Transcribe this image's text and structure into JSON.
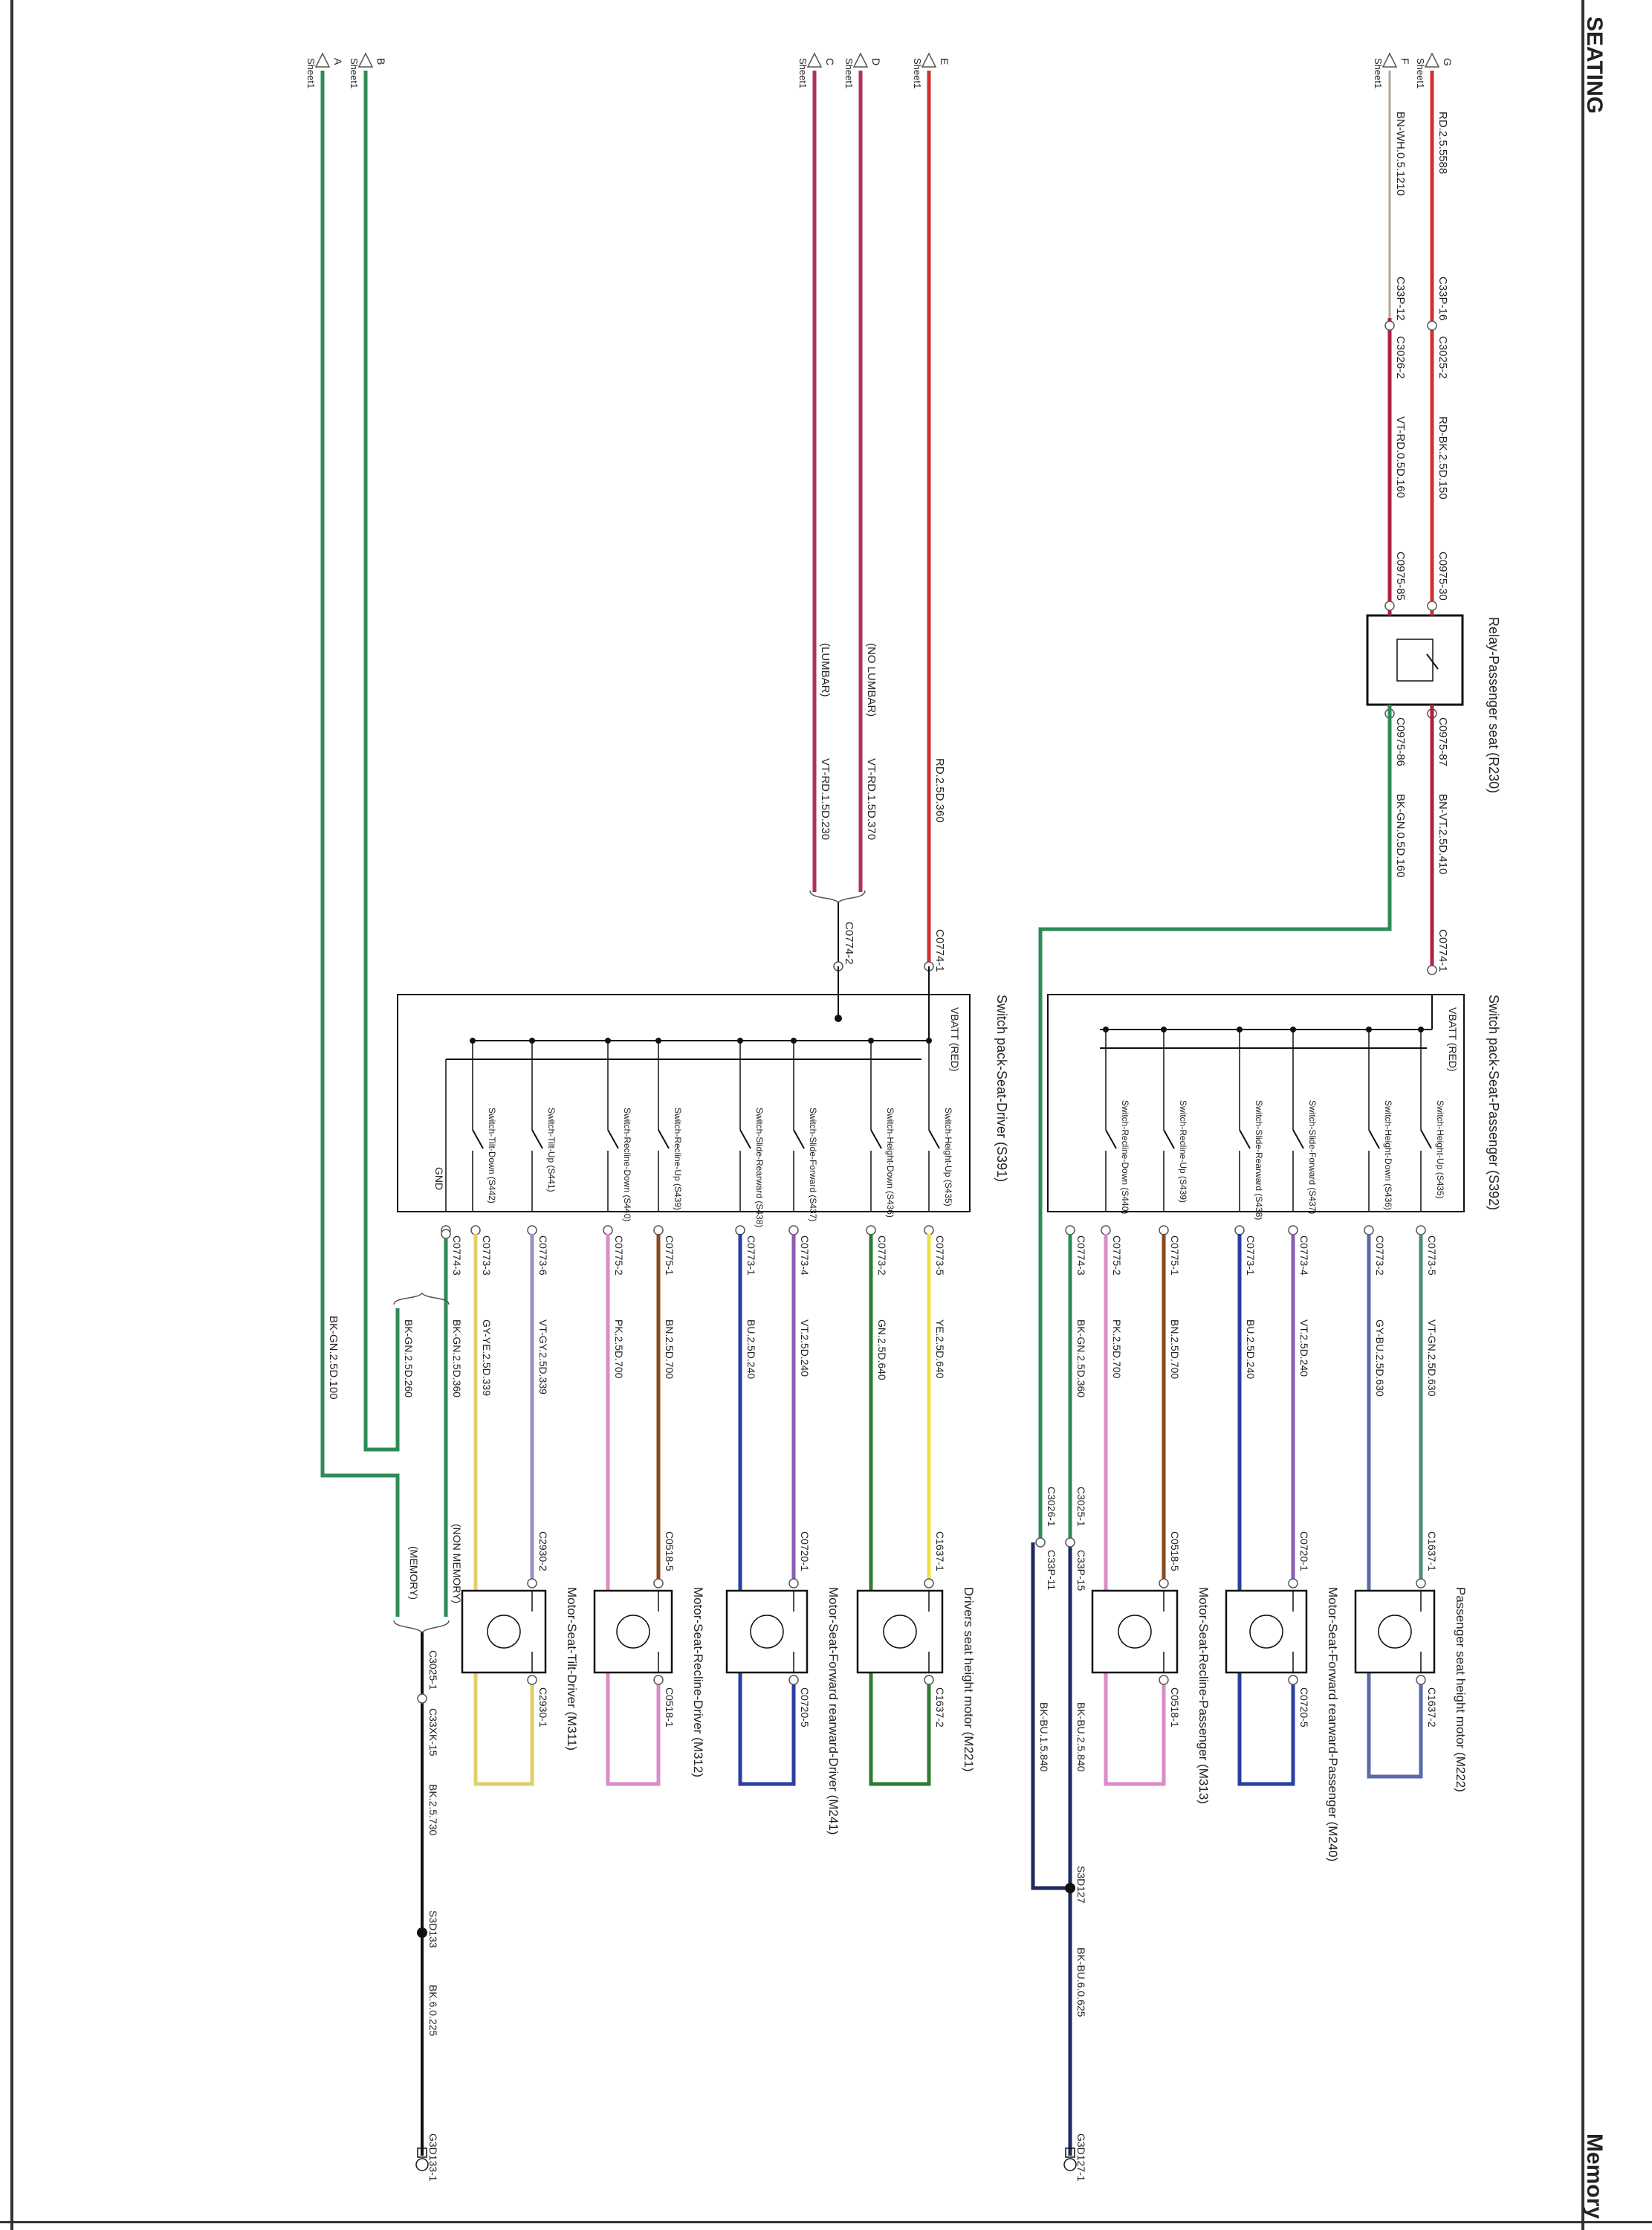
{
  "page": {
    "title": "SEATING",
    "footer": "Memory"
  },
  "colors": {
    "red": "#d32f2f",
    "darkred": "#b02040",
    "green": "#2e7d32",
    "brown": "#8a4a1b",
    "pink": "#d98cc9",
    "purple": "#8a5fb3",
    "blue": "#2a3fa0",
    "navy": "#1c2a60",
    "yellow": "#f0e040",
    "gold": "#e0cf6a",
    "slate": "#5a6aa8",
    "teal": "#4a8a78",
    "lavender": "#9a90c8",
    "bggreen": "#2e8b57",
    "black": "#111111",
    "tan": "#b0a898"
  },
  "sheet_refs": [
    {
      "letter": "G",
      "sheet": "Sheet1"
    },
    {
      "letter": "F",
      "sheet": "Sheet1"
    },
    {
      "letter": "E",
      "sheet": "Sheet1"
    },
    {
      "letter": "D",
      "sheet": "Sheet1"
    },
    {
      "letter": "C",
      "sheet": "Sheet1"
    },
    {
      "letter": "B",
      "sheet": "Sheet1"
    },
    {
      "letter": "A",
      "sheet": "Sheet1"
    }
  ],
  "labels": {
    "w_g": "RD.2.5.5588",
    "w_f": "BN-WH.0.5.1210",
    "c_c33p16": "C33P-16",
    "c_c3025_2": "C3025-2",
    "c_c33p12": "C33P-12",
    "c_c3026_2": "C3026-2",
    "w_rdbk": "RD-BK.2.5D.150",
    "w_vtrd05": "VT-RD.0.5D.160",
    "c_c0975_30": "C0975-30",
    "c_c0975_85": "C0975-85",
    "c_c0975_87": "C0975-87",
    "c_c0975_86": "C0975-86",
    "relay_name": "Relay-Passenger seat (R230)",
    "w_bnvt": "BN-VT.2.5D.410",
    "w_bkgn05": "BK-GN.0.5D.160",
    "c_c0774_1p": "C0774-1",
    "w_rd25d360": "RD.2.5D.360",
    "w_vtrd15_370": "VT-RD.1.5D.370",
    "w_vtrd15_230": "VT-RD.1.5D.230",
    "opt_nolumbar": "(NO LUMBAR)",
    "opt_lumbar": "(LUMBAR)",
    "c_c0774_1d": "C0774-1",
    "c_c0774_2d": "C0774-2",
    "sp_pass_name": "Switch pack-Seat-Passenger (S392)",
    "sp_drv_name": "Switch pack-Seat-Driver (S391)",
    "vbatt": "VBATT (RED)",
    "gnd": "GND",
    "opt_nonmemory": "(NON MEMORY)",
    "opt_memory": "(MEMORY)",
    "w_bkgn100": "BK-GN.2.5D.100",
    "c_c3026_1": "C3026-1",
    "c_c33p11": "C33P-11",
    "c_c3025_1": "C3025-1",
    "c_c33p15": "C33P-15",
    "w_bkbu15": "BK-BU.1.5.840",
    "w_bkbu25": "BK-BU.2.5.840",
    "s_s3d127": "S3D127",
    "w_bkbu6": "BK-BU.6.0.625",
    "g_g3d127": "G3D127-1",
    "c_c3025_1b": "C3025-1",
    "c_c33xk15": "C33XK-15",
    "w_bk25": "BK.2.5.730",
    "s_s3d133": "S3D133",
    "w_bk6": "BK.6.0.225",
    "g_g3d133": "G3D133-1"
  },
  "pass_switches": [
    {
      "label": "Switch-Height-Up (S435)"
    },
    {
      "label": "Switch-Height-Down (S436)"
    },
    {
      "label": "Switch-Slide-Forward (S437)"
    },
    {
      "label": "Switch-Slide-Rearward (S438)"
    },
    {
      "label": "Switch-Recline-Up (S439)"
    },
    {
      "label": "Switch-Recline-Down (S440)"
    }
  ],
  "drv_switches": [
    {
      "label": "Switch-Height-Up (S435)"
    },
    {
      "label": "Switch-Height-Down (S436)"
    },
    {
      "label": "Switch-Slide-Forward (S437)"
    },
    {
      "label": "Switch-Slide-Rearward (S438)"
    },
    {
      "label": "Switch-Recline-Up (S439)"
    },
    {
      "label": "Switch-Recline-Down (S440)"
    },
    {
      "label": "Switch-Tilt-Up (S441)"
    },
    {
      "label": "Switch-Tilt-Down (S442)"
    }
  ],
  "pass_wires": [
    {
      "conn": "C0773-5",
      "wire": "VT-GN.2.5D.630",
      "color": "teal"
    },
    {
      "conn": "C0773-2",
      "wire": "GY-BU.2.5D.630",
      "color": "lavender"
    },
    {
      "conn": "C0773-4",
      "wire": "VT.2.5D.240",
      "color": "purple"
    },
    {
      "conn": "C0773-1",
      "wire": "BU.2.5D.240",
      "color": "blue"
    },
    {
      "conn": "C0775-1",
      "wire": "BN.2.5D.700",
      "color": "brown"
    },
    {
      "conn": "C0775-2",
      "wire": "PK.2.5D.700",
      "color": "pink"
    },
    {
      "conn": "C0774-3",
      "wire": "BK-GN.2.5D.360",
      "color": "bggreen"
    }
  ],
  "drv_wires": [
    {
      "conn": "C0773-5",
      "wire": "YE.2.5D.640",
      "color": "yellow"
    },
    {
      "conn": "C0773-2",
      "wire": "GN.2.5D.640",
      "color": "green"
    },
    {
      "conn": "C0773-4",
      "wire": "VT.2.5D.240",
      "color": "purple"
    },
    {
      "conn": "C0773-1",
      "wire": "BU.2.5D.240",
      "color": "blue"
    },
    {
      "conn": "C0775-1",
      "wire": "BN.2.5D.700",
      "color": "brown"
    },
    {
      "conn": "C0775-2",
      "wire": "PK.2.5D.700",
      "color": "pink"
    },
    {
      "conn": "C0773-6",
      "wire": "VT-GY.2.5D.339",
      "color": "lavender"
    },
    {
      "conn": "C0773-3",
      "wire": "GY-YE.2.5D.339",
      "color": "gold"
    },
    {
      "conn": "C0774-3",
      "wire": "BK-GN.2.5D.360",
      "color": "bggreen"
    },
    {
      "conn": "",
      "wire": "BK-GN.2.5D.260",
      "color": "bggreen"
    }
  ],
  "motors": [
    {
      "name": "Passenger seat height motor (M222)",
      "c1": "C1637-1",
      "c2": "C1637-2"
    },
    {
      "name": "Motor-Seat-Forward rearward-Passenger (M240)",
      "c1": "C0720-1",
      "c2": "C0720-5"
    },
    {
      "name": "Motor-Seat-Recline-Passenger (M313)",
      "c1": "C0518-5",
      "c2": "C0518-1"
    },
    {
      "name": "Drivers seat height motor (M221)",
      "c1": "C1637-1",
      "c2": "C1637-2"
    },
    {
      "name": "Motor-Seat-Forward rearward-Driver (M241)",
      "c1": "C0720-1",
      "c2": "C0720-5"
    },
    {
      "name": "Motor-Seat-Recline-Driver (M312)",
      "c1": "C0518-5",
      "c2": "C0518-1"
    },
    {
      "name": "Motor-Seat-Tilt-Driver (M311)",
      "c1": "C2930-2",
      "c2": "C2930-1"
    }
  ]
}
